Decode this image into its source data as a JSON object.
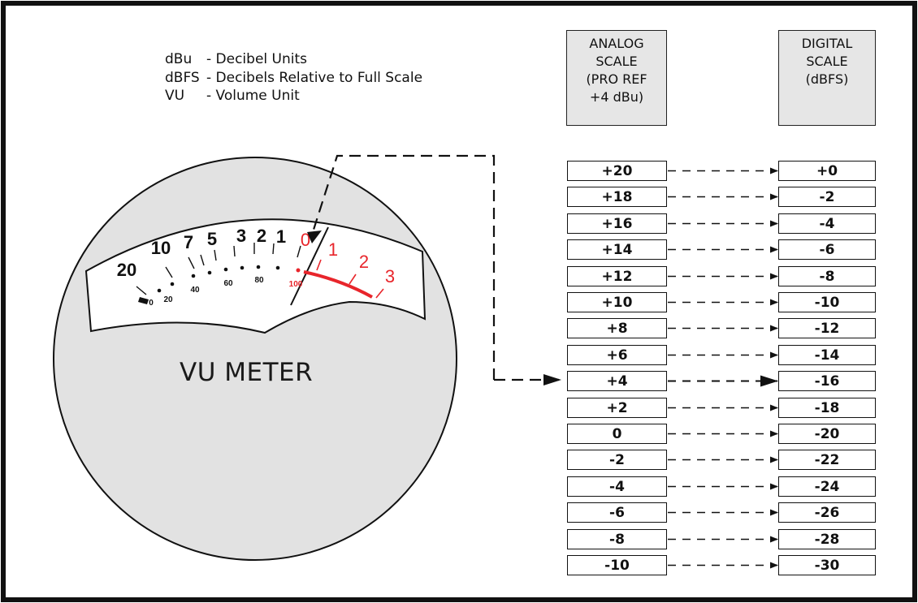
{
  "legend": [
    {
      "abbr": "dBu",
      "desc": "- Decibel Units"
    },
    {
      "abbr": "dBFS",
      "desc": "- Decibels Relative to Full Scale"
    },
    {
      "abbr": "VU",
      "desc": "- Volume Unit"
    }
  ],
  "analog_header": [
    "ANALOG",
    "SCALE",
    "(PRO REF",
    "+4 dBu)"
  ],
  "digital_header": [
    "DIGITAL",
    "SCALE",
    "(dBFS)"
  ],
  "analog_values": [
    "+20",
    "+18",
    "+16",
    "+14",
    "+12",
    "+10",
    "+8",
    "+6",
    "+4",
    "+2",
    "0",
    "-2",
    "-4",
    "-6",
    "-8",
    "-10"
  ],
  "digital_values": [
    "+0",
    "-2",
    "-4",
    "-6",
    "-8",
    "-10",
    "-12",
    "-14",
    "-16",
    "-18",
    "-20",
    "-22",
    "-24",
    "-26",
    "-28",
    "-30"
  ],
  "highlight_row": "+4",
  "meter": {
    "title": "VU METER",
    "black_labels": [
      "20",
      "10",
      "7",
      "5",
      "3",
      "2",
      "1"
    ],
    "red_labels": [
      "0",
      "1",
      "2",
      "3"
    ],
    "percent_labels": [
      "0",
      "20",
      "40",
      "60",
      "80"
    ],
    "red_percent_label": "100",
    "needle_reading": "0"
  },
  "colors": {
    "red": "#e8252b",
    "face": "#e2e2e2",
    "box": "#e6e6e6",
    "ink": "#111111"
  }
}
